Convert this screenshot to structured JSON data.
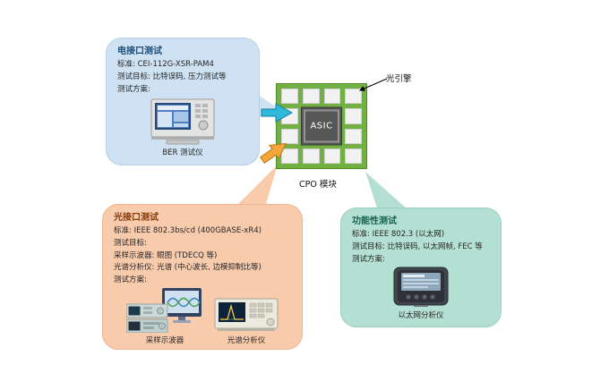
{
  "chip": {
    "asic": "ASIC",
    "module": "CPO 模块",
    "engine": "光引擎"
  },
  "electrical": {
    "title": "电接口测试",
    "standard": "标准: CEI-112G-XSR-PAM4",
    "target": "测试目标: 比特误码, 压力测试等",
    "plan": "测试方案:",
    "instrument": "BER 测试仪"
  },
  "optical": {
    "title": "光接口测试",
    "standard": "标准: IEEE 802.3bs/cd (400GBASE-xR4)",
    "target": "测试目标:",
    "target_scope": "采样示波器: 眼图 (TDECQ 等)",
    "target_osa": "光谱分析仪: 光谱 (中心波长, 边模抑制比等)",
    "plan": "测试方案:",
    "scope_label": "采样示波器",
    "osa_label": "光谱分析仪"
  },
  "functional": {
    "title": "功能性测试",
    "standard": "标准: IEEE 802.3 (以太网)",
    "target": "测试目标: 比特误码, 以太网帧, FEC 等",
    "plan": "测试方案:",
    "instrument": "以太网分析仪"
  },
  "colors": {
    "electrical_bubble": "#cfe2f3",
    "optical_bubble": "#f8cbad",
    "functional_bubble": "#b4e0d3",
    "substrate_green": "#72b043",
    "asic_gray": "#575757",
    "electrical_arrow": "#2fb9da",
    "optical_arrow": "#f5a63b"
  }
}
